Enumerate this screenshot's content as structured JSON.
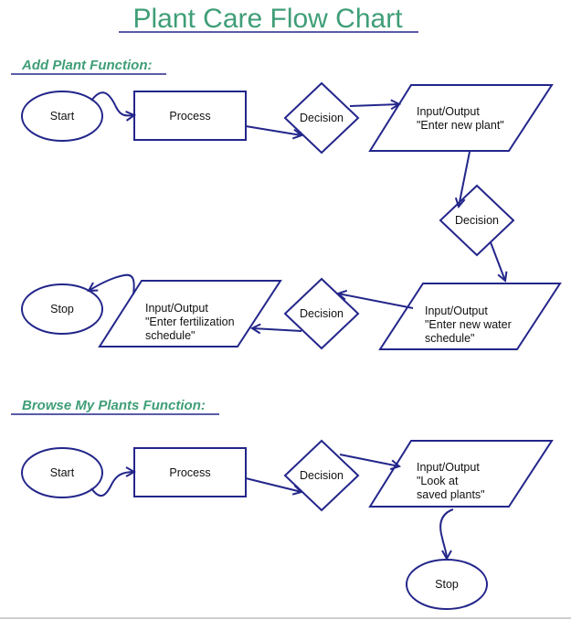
{
  "title": "Plant Care Flow Chart",
  "sections": {
    "add_plant": {
      "heading": "Add Plant Function:",
      "start": "Start",
      "process": "Process",
      "decision_1": "Decision",
      "io_new_plant": [
        "Input/Output",
        "\"Enter new plant\""
      ],
      "decision_2": "Decision",
      "io_water": [
        "Input/Output",
        "\"Enter new water",
        "schedule\""
      ],
      "decision_3": "Decision",
      "io_fertilization": [
        "Input/Output",
        "\"Enter fertilization",
        "schedule\""
      ],
      "stop": "Stop"
    },
    "browse_plants": {
      "heading": "Browse My Plants Function:",
      "start": "Start",
      "process": "Process",
      "decision": "Decision",
      "io_saved": [
        "Input/Output",
        "\"Look at",
        "saved plants\""
      ],
      "stop": "Stop"
    }
  },
  "colors": {
    "title_green": "#3f9e77",
    "shape_stroke": "#23268a"
  }
}
